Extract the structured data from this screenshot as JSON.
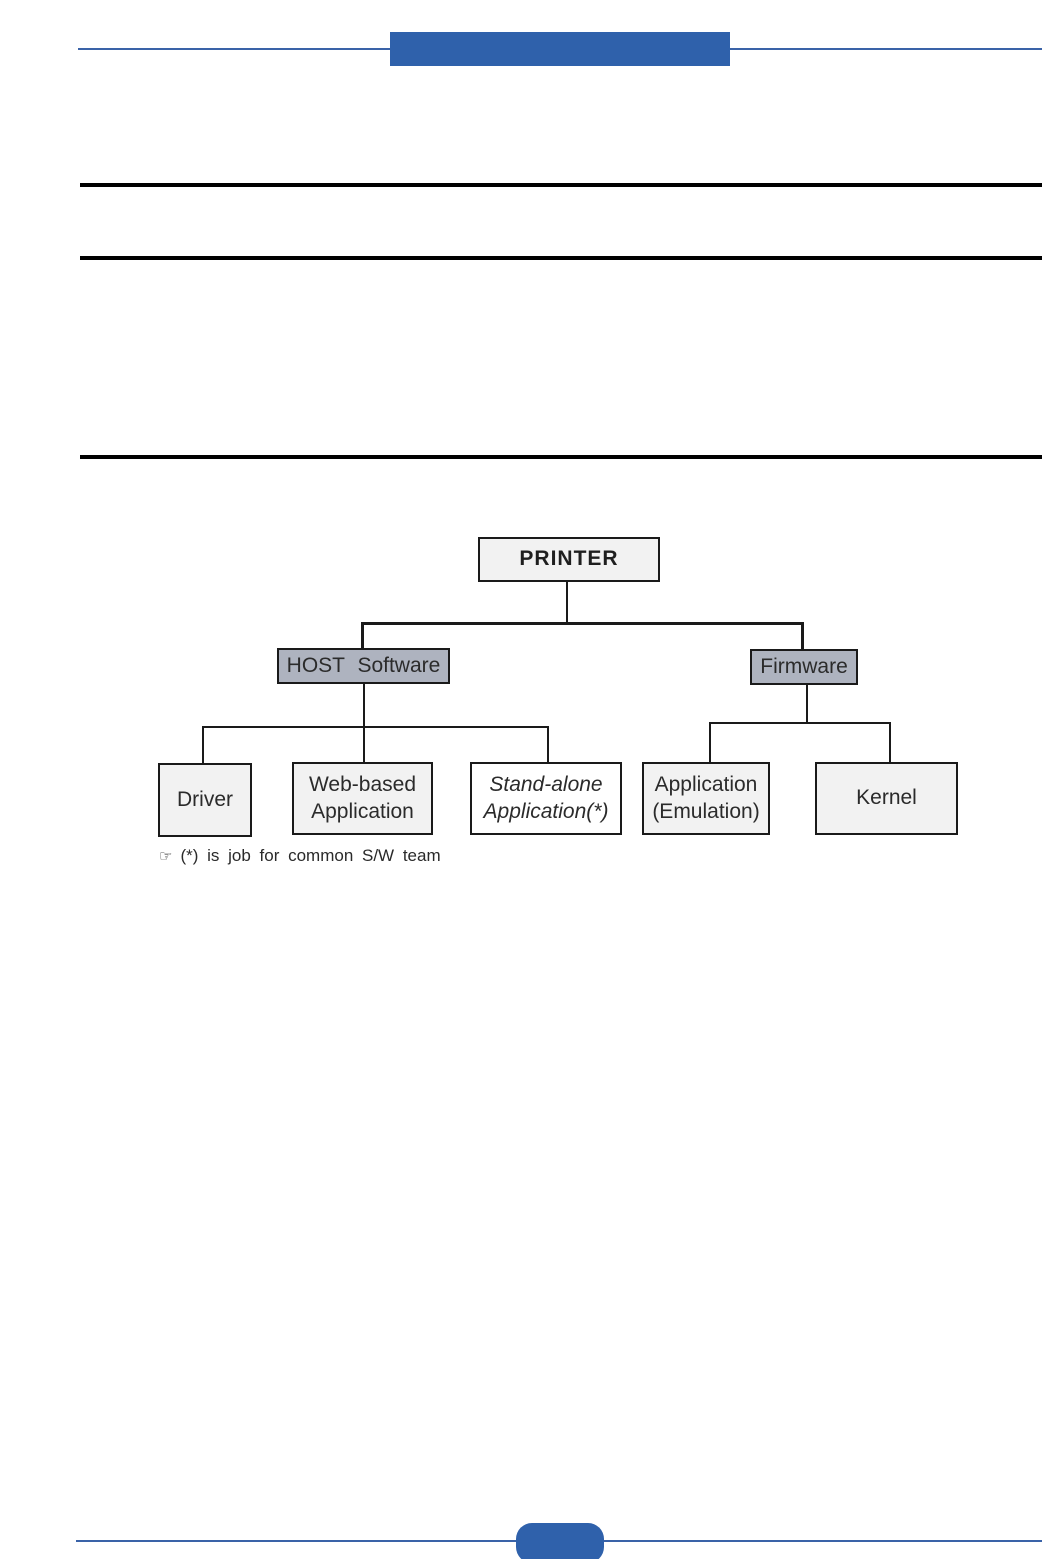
{
  "colors": {
    "accent_blue": "#2f61ab",
    "rule_blue": "#3a63a8",
    "node_gray_fill": "#aeb3bf",
    "node_light_fill": "#f2f2f2",
    "connector_black": "#1a1a1a"
  },
  "diagram": {
    "nodes": {
      "printer": {
        "label": "PRINTER"
      },
      "host_software": {
        "label": "HOST Software"
      },
      "firmware": {
        "label": "Firmware"
      },
      "driver": {
        "label": "Driver"
      },
      "web_based_application": {
        "line1": "Web-based",
        "line2": "Application"
      },
      "stand_alone_application": {
        "line1": "Stand-alone",
        "line2": "Application(*)"
      },
      "application_emulation": {
        "line1": "Application",
        "line2": "(Emulation)"
      },
      "kernel": {
        "label": "Kernel"
      }
    },
    "footnote": {
      "marker": "☞",
      "text": "(*) is job for common S/W team"
    }
  }
}
